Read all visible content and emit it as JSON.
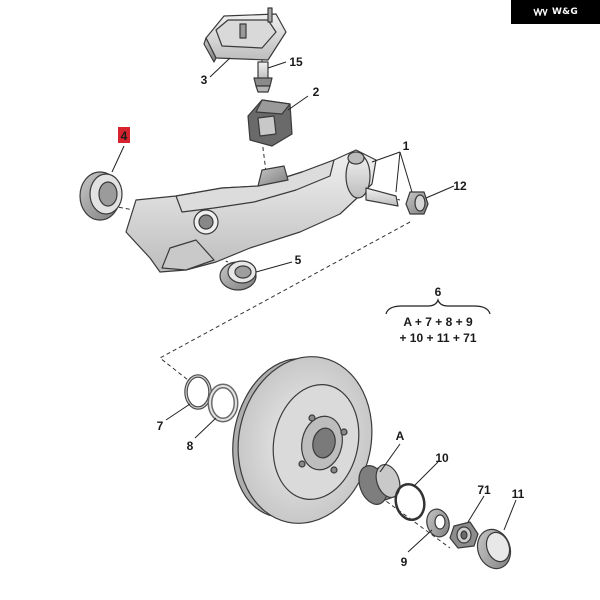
{
  "brand": {
    "text": "W&G"
  },
  "highlight_color": "#d6232e",
  "callouts": [
    {
      "id": "1",
      "text": "1"
    },
    {
      "id": "2",
      "text": "2"
    },
    {
      "id": "3",
      "text": "3"
    },
    {
      "id": "4",
      "text": "4",
      "highlighted": true
    },
    {
      "id": "5",
      "text": "5"
    },
    {
      "id": "6",
      "text": "6"
    },
    {
      "id": "7",
      "text": "7"
    },
    {
      "id": "8",
      "text": "8"
    },
    {
      "id": "9",
      "text": "9"
    },
    {
      "id": "10",
      "text": "10"
    },
    {
      "id": "11",
      "text": "11"
    },
    {
      "id": "12",
      "text": "12"
    },
    {
      "id": "15",
      "text": "15"
    },
    {
      "id": "71",
      "text": "71"
    },
    {
      "id": "A",
      "text": "A"
    }
  ],
  "kit_formula": {
    "line1": "A + 7 + 8 + 9",
    "line2": "+ 10 + 11 + 71"
  }
}
